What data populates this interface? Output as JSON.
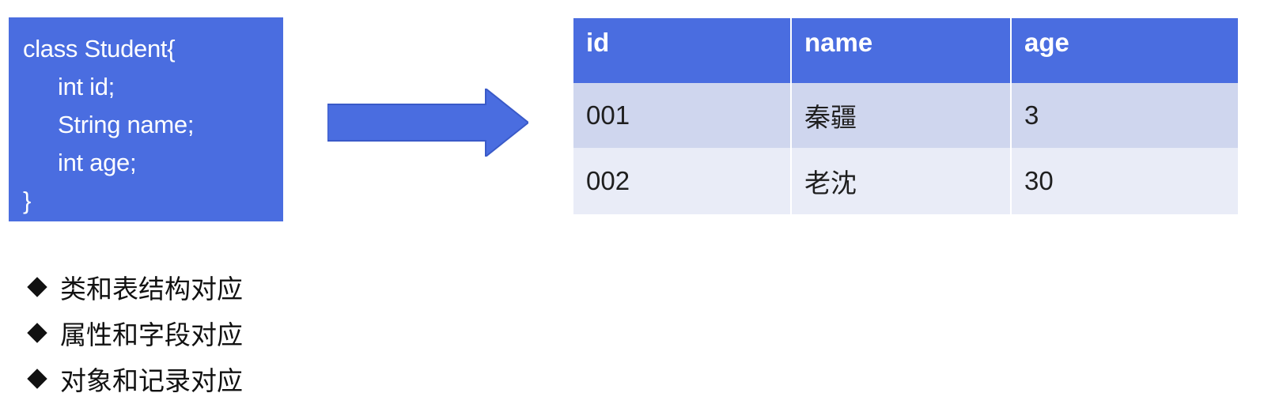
{
  "code": {
    "lines": [
      "class Student{",
      "int id;",
      "String name;",
      "int age;",
      "}"
    ]
  },
  "table": {
    "headers": [
      "id",
      "name",
      "age"
    ],
    "rows": [
      [
        "001",
        "秦疆",
        "3"
      ],
      [
        "002",
        "老沈",
        "30"
      ]
    ]
  },
  "bullets": [
    "类和表结构对应",
    "属性和字段对应",
    "对象和记录对应"
  ],
  "colors": {
    "box": "#4a6de0",
    "row1": "#cfd6ee",
    "row2": "#e9ecf7"
  }
}
